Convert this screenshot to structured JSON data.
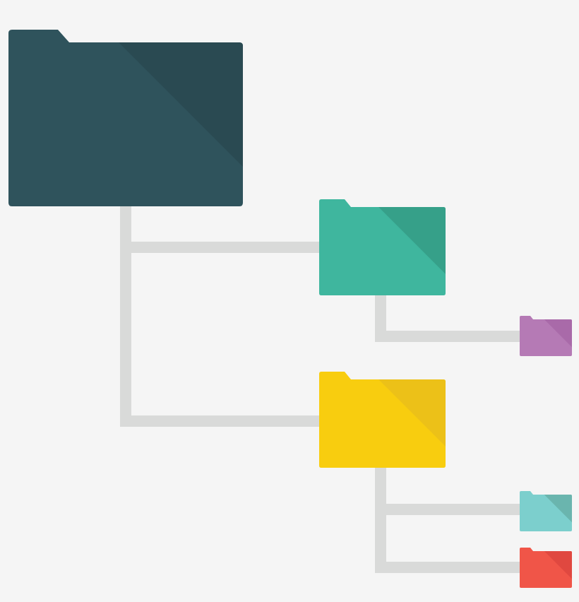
{
  "background": "#f5f5f5",
  "connector_color": "#d9dad9",
  "folders": [
    {
      "id": "root",
      "icon": "folder-icon",
      "color": "#2f535c",
      "shade": "#2a4a52"
    },
    {
      "id": "teal",
      "icon": "folder-icon",
      "color": "#3fb69e",
      "shade": "#36a089"
    },
    {
      "id": "purple",
      "icon": "folder-icon",
      "color": "#b57ab5",
      "shade": "#a96aa9"
    },
    {
      "id": "yellow",
      "icon": "folder-icon",
      "color": "#f8cd0f",
      "shade": "#ecc118"
    },
    {
      "id": "cyan",
      "icon": "folder-icon",
      "color": "#7ccfcd",
      "shade": "#6ab5ae"
    },
    {
      "id": "red",
      "icon": "folder-icon",
      "color": "#f05548",
      "shade": "#e04840"
    }
  ],
  "edges": [
    {
      "from": "root",
      "to": "teal"
    },
    {
      "from": "root",
      "to": "yellow"
    },
    {
      "from": "teal",
      "to": "purple"
    },
    {
      "from": "yellow",
      "to": "cyan"
    },
    {
      "from": "yellow",
      "to": "red"
    }
  ]
}
